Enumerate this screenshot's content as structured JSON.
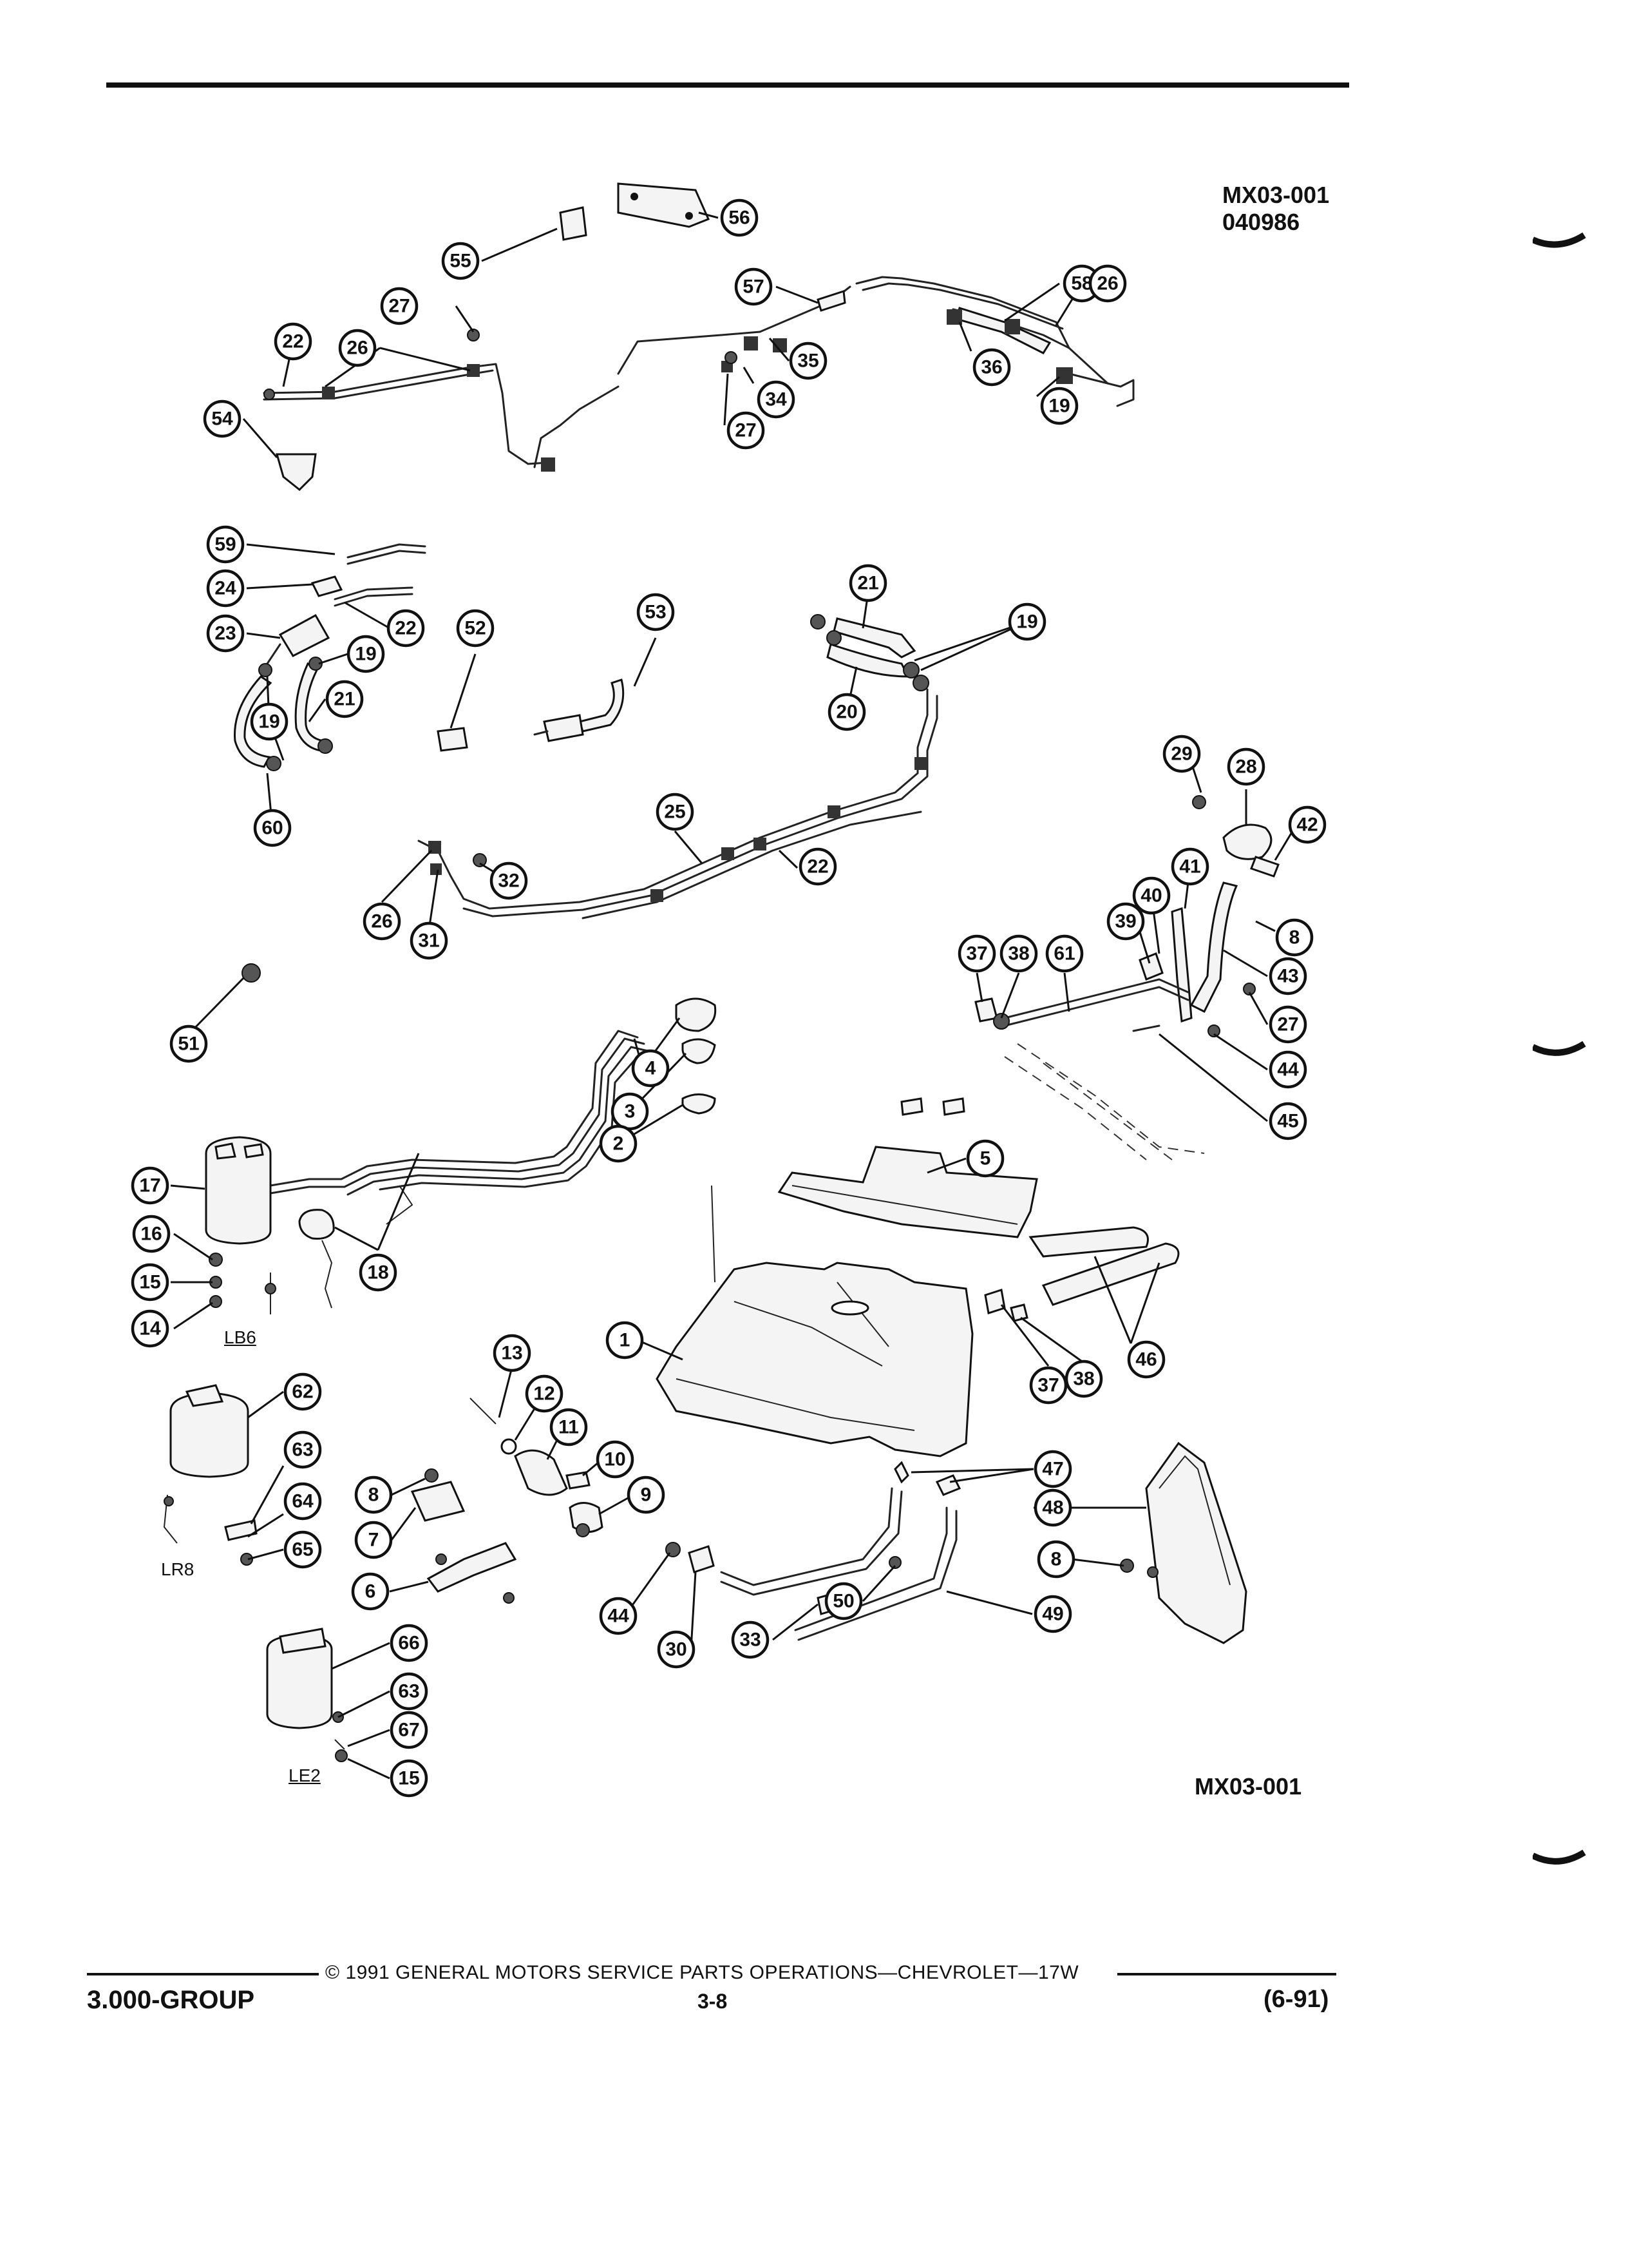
{
  "diagram_codes": {
    "top_code": "MX03-001",
    "top_number": "040986",
    "bottom_code": "MX03-001"
  },
  "variants": {
    "lb6": "LB6",
    "lr8": "LR8",
    "le2": "LE2"
  },
  "footer": {
    "copyright": "© 1991 GENERAL MOTORS SERVICE PARTS OPERATIONS—CHEVROLET—17W",
    "group": "3.000-GROUP",
    "page": "3-8",
    "date": "(6-91)"
  },
  "callouts": [
    {
      "n": "56"
    },
    {
      "n": "55"
    },
    {
      "n": "57"
    },
    {
      "n": "58"
    },
    {
      "n": "26"
    },
    {
      "n": "27"
    },
    {
      "n": "22"
    },
    {
      "n": "26"
    },
    {
      "n": "35"
    },
    {
      "n": "36"
    },
    {
      "n": "19"
    },
    {
      "n": "34"
    },
    {
      "n": "27"
    },
    {
      "n": "54"
    },
    {
      "n": "59"
    },
    {
      "n": "24"
    },
    {
      "n": "23"
    },
    {
      "n": "22"
    },
    {
      "n": "19"
    },
    {
      "n": "21"
    },
    {
      "n": "19"
    },
    {
      "n": "60"
    },
    {
      "n": "52"
    },
    {
      "n": "53"
    },
    {
      "n": "21"
    },
    {
      "n": "19"
    },
    {
      "n": "20"
    },
    {
      "n": "29"
    },
    {
      "n": "28"
    },
    {
      "n": "42"
    },
    {
      "n": "25"
    },
    {
      "n": "32"
    },
    {
      "n": "22"
    },
    {
      "n": "26"
    },
    {
      "n": "31"
    },
    {
      "n": "41"
    },
    {
      "n": "40"
    },
    {
      "n": "39"
    },
    {
      "n": "37"
    },
    {
      "n": "38"
    },
    {
      "n": "61"
    },
    {
      "n": "8"
    },
    {
      "n": "43"
    },
    {
      "n": "27"
    },
    {
      "n": "44"
    },
    {
      "n": "45"
    },
    {
      "n": "51"
    },
    {
      "n": "4"
    },
    {
      "n": "3"
    },
    {
      "n": "2"
    },
    {
      "n": "5"
    },
    {
      "n": "17"
    },
    {
      "n": "16"
    },
    {
      "n": "15"
    },
    {
      "n": "14"
    },
    {
      "n": "18"
    },
    {
      "n": "1"
    },
    {
      "n": "37"
    },
    {
      "n": "38"
    },
    {
      "n": "46"
    },
    {
      "n": "13"
    },
    {
      "n": "12"
    },
    {
      "n": "11"
    },
    {
      "n": "10"
    },
    {
      "n": "9"
    },
    {
      "n": "62"
    },
    {
      "n": "63"
    },
    {
      "n": "64"
    },
    {
      "n": "65"
    },
    {
      "n": "8"
    },
    {
      "n": "7"
    },
    {
      "n": "6"
    },
    {
      "n": "47"
    },
    {
      "n": "48"
    },
    {
      "n": "8"
    },
    {
      "n": "50"
    },
    {
      "n": "49"
    },
    {
      "n": "44"
    },
    {
      "n": "30"
    },
    {
      "n": "33"
    },
    {
      "n": "66"
    },
    {
      "n": "63"
    },
    {
      "n": "67"
    },
    {
      "n": "15"
    }
  ]
}
